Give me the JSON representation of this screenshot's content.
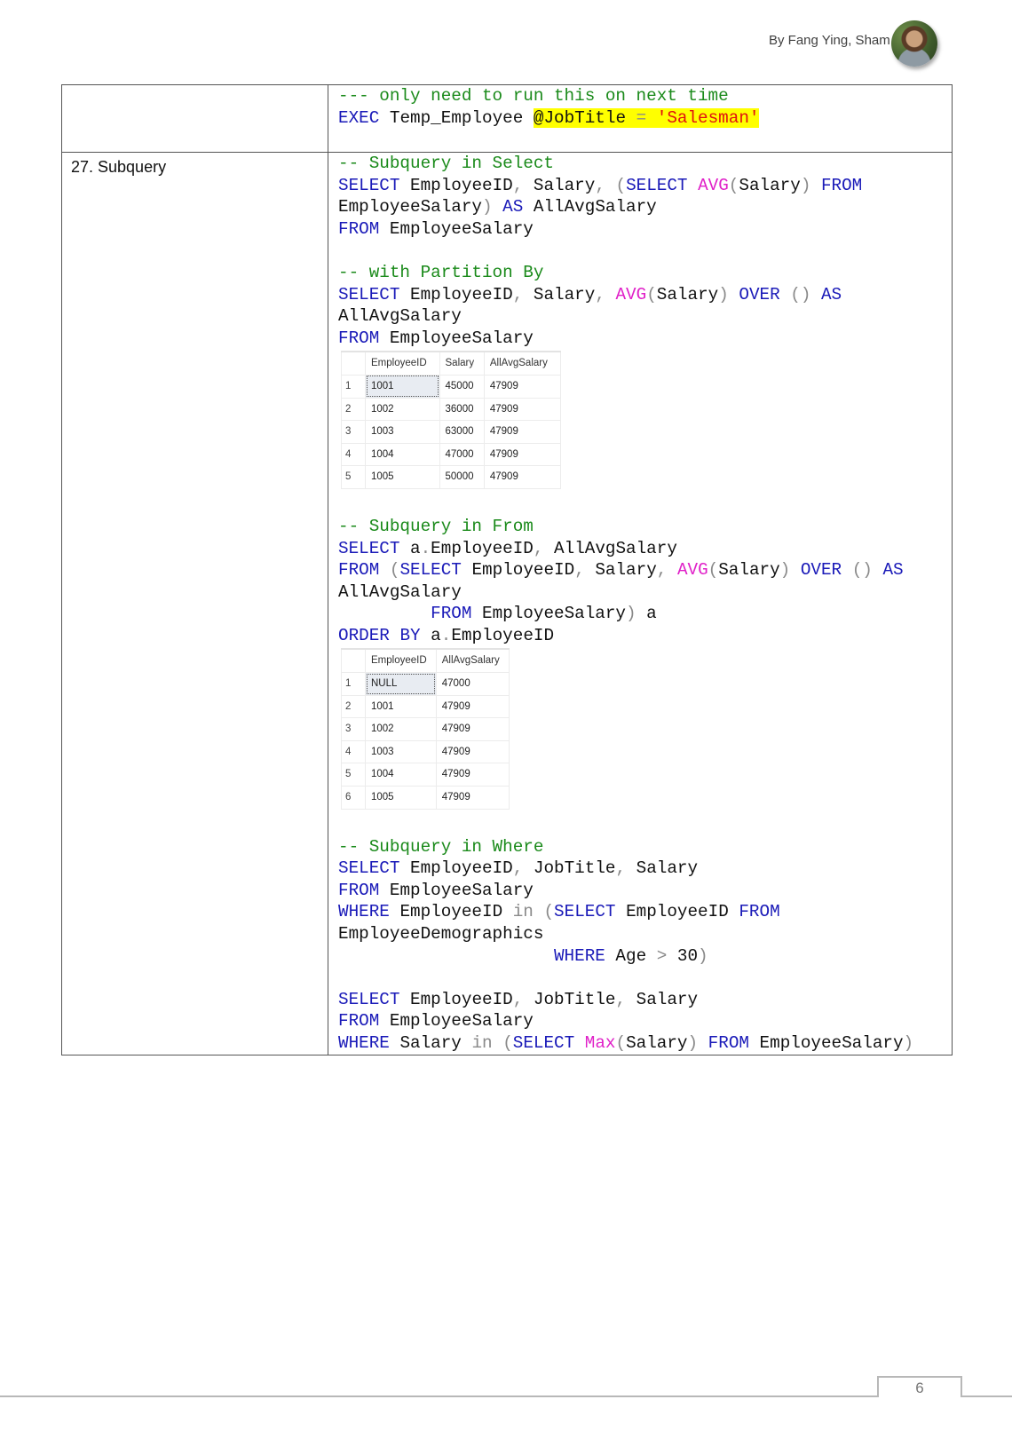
{
  "header": {
    "author": "By Fang Ying, Sham",
    "avatar_icon": "author-photo"
  },
  "rows": [
    {
      "topic": "",
      "code": {
        "comment": "--- only need to run this on next time",
        "exec_kw": "EXEC",
        "proc": "Temp_Employee",
        "param": "@JobTitle",
        "eq": "=",
        "value": "'Salesman'"
      }
    },
    {
      "topic": "27. Subquery",
      "select_section": {
        "comment": "-- Subquery in Select",
        "l1": {
          "select": "SELECT",
          "cols": "EmployeeID",
          "c1": ",",
          "col2": "Salary",
          "c2": ",",
          "paren": "(",
          "select2": "SELECT",
          "avg": "AVG",
          "p1": "(",
          "arg": "Salary",
          "p2": ")",
          "from": "FROM"
        },
        "l2": {
          "table": "EmployeeSalary",
          "p": ")",
          "as": "AS",
          "alias": "AllAvgSalary"
        },
        "l3": {
          "from": "FROM",
          "table": "EmployeeSalary"
        }
      },
      "partition_section": {
        "comment": "-- with Partition By",
        "l1": {
          "select": "SELECT",
          "col1": "EmployeeID",
          "c1": ",",
          "col2": "Salary",
          "c2": ",",
          "avg": "AVG",
          "p1": "(",
          "arg": "Salary",
          "p2": ")",
          "over": "OVER",
          "parens": "()",
          "as": "AS"
        },
        "l2": {
          "alias": "AllAvgSalary"
        },
        "l3": {
          "from": "FROM",
          "table": "EmployeeSalary"
        },
        "grid": {
          "headers": [
            "",
            "EmployeeID",
            "Salary",
            "AllAvgSalary"
          ],
          "rows": [
            [
              "1",
              "1001",
              "45000",
              "47909"
            ],
            [
              "2",
              "1002",
              "36000",
              "47909"
            ],
            [
              "3",
              "1003",
              "63000",
              "47909"
            ],
            [
              "4",
              "1004",
              "47000",
              "47909"
            ],
            [
              "5",
              "1005",
              "50000",
              "47909"
            ]
          ]
        }
      },
      "from_section": {
        "comment": "-- Subquery in From",
        "l1": {
          "select": "SELECT",
          "a": "a",
          "dot": ".",
          "col": "EmployeeID",
          "c": ",",
          "alias": "AllAvgSalary"
        },
        "l2": {
          "from": "FROM",
          "paren": "(",
          "select": "SELECT",
          "col1": "EmployeeID",
          "c1": ",",
          "col2": "Salary",
          "c2": ",",
          "avg": "AVG",
          "p1": "(",
          "arg": "Salary",
          "p2": ")",
          "over": "OVER",
          "parens": "()",
          "as": "AS"
        },
        "l3": {
          "alias": "AllAvgSalary"
        },
        "l4": {
          "indent": "         ",
          "from": "FROM",
          "table": "EmployeeSalary",
          "p": ")",
          "a": "a"
        },
        "l5": {
          "order": "ORDER",
          "by": "BY",
          "a": "a",
          "dot": ".",
          "col": "EmployeeID"
        },
        "grid": {
          "headers": [
            "",
            "EmployeeID",
            "AllAvgSalary"
          ],
          "rows": [
            [
              "1",
              "NULL",
              "47000"
            ],
            [
              "2",
              "1001",
              "47909"
            ],
            [
              "3",
              "1002",
              "47909"
            ],
            [
              "4",
              "1003",
              "47909"
            ],
            [
              "5",
              "1004",
              "47909"
            ],
            [
              "6",
              "1005",
              "47909"
            ]
          ]
        }
      },
      "where_section": {
        "comment": "-- Subquery in Where",
        "l1": {
          "select": "SELECT",
          "col1": "EmployeeID",
          "c1": ",",
          "col2": "JobTitle",
          "c2": ",",
          "col3": "Salary"
        },
        "l2": {
          "from": "FROM",
          "table": "EmployeeSalary"
        },
        "l3": {
          "where": "WHERE",
          "col": "EmployeeID",
          "in": "in",
          "paren": "(",
          "select": "SELECT",
          "col2": "EmployeeID",
          "from": "FROM"
        },
        "l4": {
          "table": "EmployeeDemographics"
        },
        "l5": {
          "indent": "                     ",
          "where": "WHERE",
          "col": "Age",
          "gt": ">",
          "num": "30",
          "p": ")"
        }
      },
      "max_section": {
        "l1": {
          "select": "SELECT",
          "col1": "EmployeeID",
          "c1": ",",
          "col2": "JobTitle",
          "c2": ",",
          "col3": "Salary"
        },
        "l2": {
          "from": "FROM",
          "table": "EmployeeSalary"
        },
        "l3": {
          "where": "WHERE",
          "col": "Salary",
          "in": "in",
          "paren": "(",
          "select": "SELECT",
          "max": "Max",
          "p1": "(",
          "arg": "Salary",
          "p2": ")",
          "from": "FROM",
          "table": "EmployeeSalary",
          "p3": ")"
        }
      }
    }
  ],
  "footer": {
    "page_number": "6"
  },
  "colors": {
    "keyword": "#1a1ab8",
    "comment": "#1a8a1a",
    "function": "#e020c8",
    "string": "#e01010",
    "operator": "#8a8a8a",
    "highlight": "#ffff00"
  }
}
